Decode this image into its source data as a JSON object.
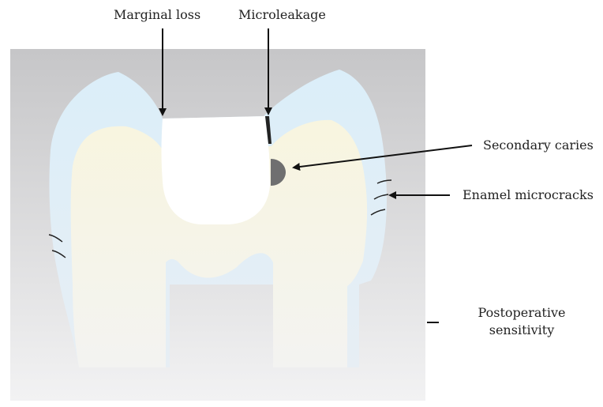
{
  "labels": {
    "marginal_loss": "Marginal loss",
    "microleakage": "Microleakage",
    "secondary_caries": "Secondary caries",
    "enamel_microcracks": "Enamel microcracks",
    "postoperative_sensitivity_line1": "Postoperative",
    "postoperative_sensitivity_line2": "sensitivity"
  },
  "colors": {
    "background_top": "#c8c8ca",
    "background_bottom": "#f1f1f2",
    "enamel": "#dcedf8",
    "dentin": "#f7f4e2",
    "restoration": "#ffffff",
    "caries": "#6f6f70",
    "arrow": "#111111"
  }
}
